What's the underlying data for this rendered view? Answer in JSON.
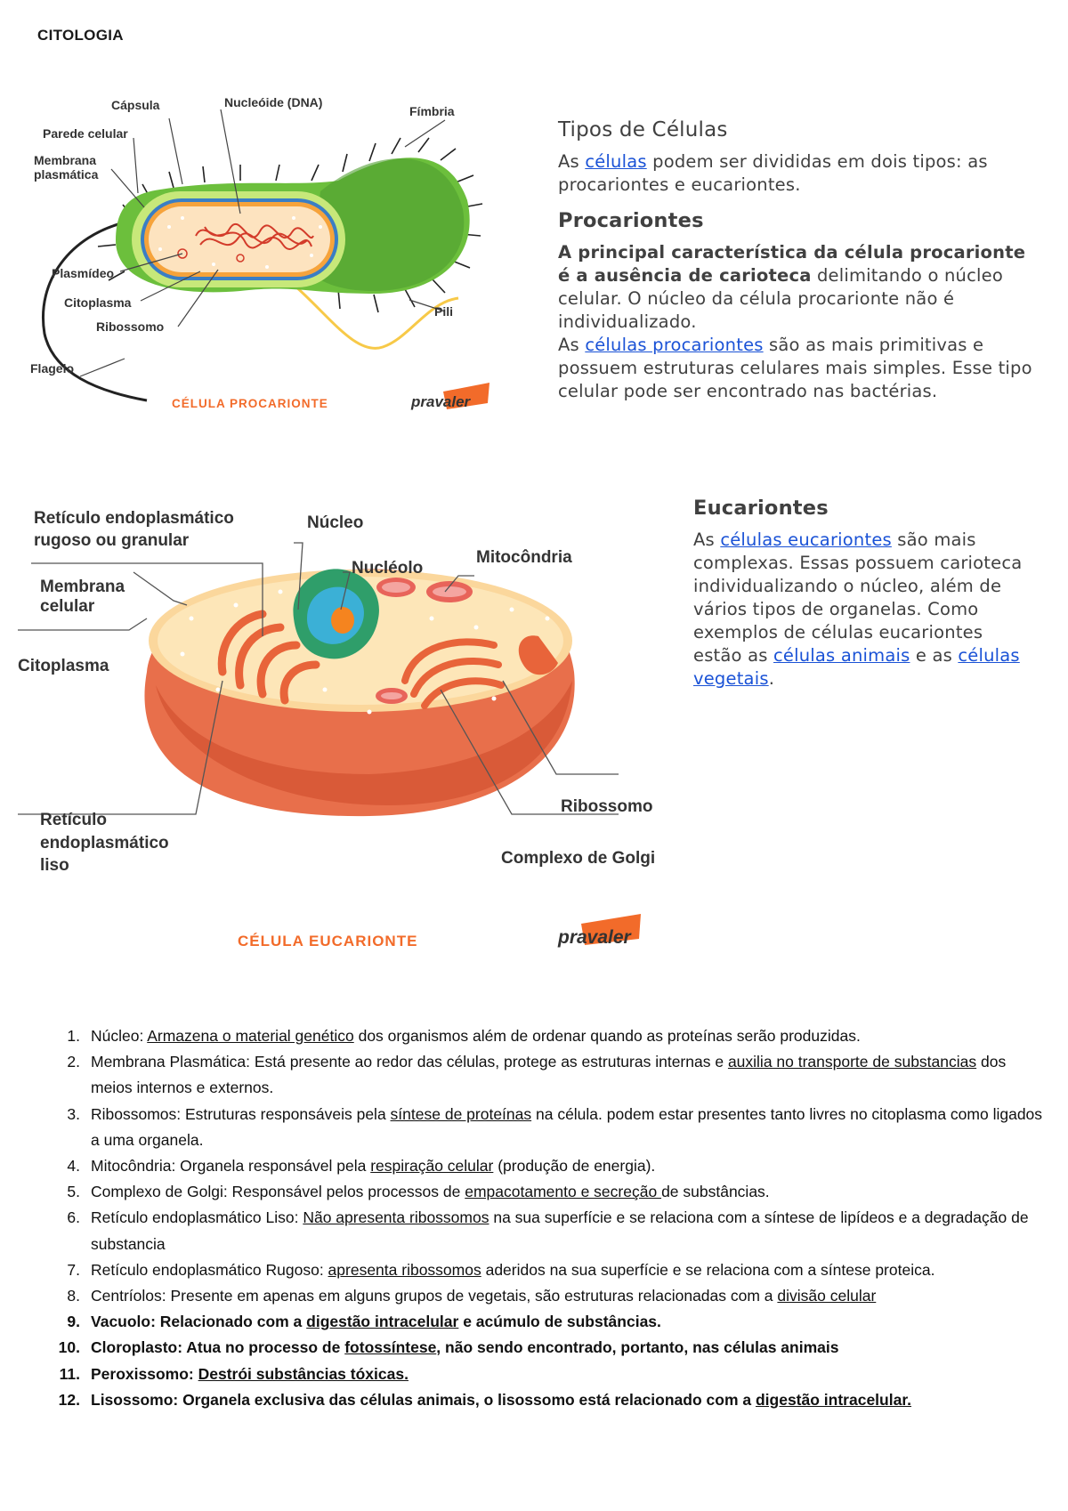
{
  "doc_title": "CITOLOGIA",
  "prokaryote_figure": {
    "labels": {
      "capsula": "Cápsula",
      "nucleoide": "Nucleóide (DNA)",
      "fimbria": "Fímbria",
      "parede": "Parede celular",
      "membrana_1": "Membrana",
      "membrana_2": "plasmática",
      "plasmideo": "Plasmídeo",
      "citoplasma": "Citoplasma",
      "ribossomo": "Ribossomo",
      "pili": "Pili",
      "flagelo": "Flagelo"
    },
    "caption": "CÉLULA PROCARIONTE",
    "brand": "pravaler"
  },
  "eukaryote_figure": {
    "labels": {
      "rer_1": "Retículo endoplasmático",
      "rer_2": "rugoso ou granular",
      "nucleo": "Núcleo",
      "nucleolo": "Nucléolo",
      "mitocondria": "Mitocôndria",
      "membrana_1": "Membrana",
      "membrana_2": "celular",
      "citoplasma": "Citoplasma",
      "rel_1": "Retículo",
      "rel_2": "endoplasmático",
      "rel_3": "liso",
      "ribossomo": "Ribossomo",
      "golgi": "Complexo de Golgi"
    },
    "caption": "CÉLULA EUCARIONTE",
    "brand": "pravaler"
  },
  "tipos": {
    "heading": "Tipos de Células",
    "p1_a": "As ",
    "p1_link": "células",
    "p1_b": " podem ser divididas em dois tipos: as procariontes e eucariontes."
  },
  "procariontes": {
    "heading": "Procariontes",
    "bold": "A principal característica da célula procarionte é a ausência de carioteca",
    "p1": " delimitando o núcleo celular. O núcleo da célula procarionte não é individualizado.",
    "p2_a": "As ",
    "p2_link": "células procariontes",
    "p2_b": " são as mais primitivas e possuem estruturas celulares mais simples. Esse tipo celular pode ser encontrado nas bactérias."
  },
  "eucariontes": {
    "heading": "Eucariontes",
    "a": "As ",
    "link1": "células eucariontes",
    "b": " são mais complexas. Essas possuem carioteca individualizando o núcleo, além de vários tipos de organelas. Como exemplos de células eucariontes estão as ",
    "link2": "células animais",
    "c": " e as ",
    "link3": "células vegetais",
    "d": "."
  },
  "list": [
    {
      "n": "1.",
      "t": "Núcleo: ",
      "u": "Armazena o material genético",
      "r": " dos organismos além de ordenar quando as proteínas serão produzidas."
    },
    {
      "n": "2.",
      "t": "Membrana Plasmática: Está presente ao redor das células, protege as estruturas internas e ",
      "u": "auxilia no transporte de substancias",
      "r": " dos meios internos e externos."
    },
    {
      "n": "3.",
      "t": "Ribossomos: Estruturas responsáveis pela ",
      "u": "síntese de proteínas",
      "r": " na célula. podem estar presentes tanto livres no citoplasma como ligados a uma organela."
    },
    {
      "n": "4.",
      "t": "Mitocôndria: Organela responsável pela ",
      "u": "respiração celular",
      "r": " (produção de energia)."
    },
    {
      "n": "5.",
      "t": "Complexo de Golgi: Responsável pelos processos de ",
      "u": "empacotamento e secreção ",
      "r": "de substâncias."
    },
    {
      "n": "6.",
      "t": "Retículo endoplasmático Liso: ",
      "u": "Não apresenta ribossomos",
      "r": " na sua superfície e se relaciona com a síntese de lipídeos e a degradação de substancia"
    },
    {
      "n": "7.",
      "t": "Retículo endoplasmático Rugoso: ",
      "u": "apresenta ribossomos",
      "r": " aderidos na sua superfície e se relaciona com a síntese proteica."
    },
    {
      "n": "8.",
      "t": "Centríolos: Presente em apenas em alguns grupos de vegetais, são estruturas relacionadas com a ",
      "u": "divisão celular",
      "r": ""
    },
    {
      "n": "9.",
      "t": "Vacuolo: Relacionado com a ",
      "u": "digestão intracelular",
      "r": " e acúmulo de substâncias."
    },
    {
      "n": "10.",
      "t": "Cloroplasto: Atua no processo de ",
      "u": "fotossíntese",
      "r": ", não sendo encontrado, portanto, nas células animais"
    },
    {
      "n": "11.",
      "t": "Peroxissomo: ",
      "u": "Destrói substâncias tóxicas.",
      "r": ""
    },
    {
      "n": "12.",
      "t": "Lisossomo: Organela exclusiva das células animais, o lisossomo está relacionado com a ",
      "u": "digestão intracelular.",
      "r": ""
    }
  ]
}
